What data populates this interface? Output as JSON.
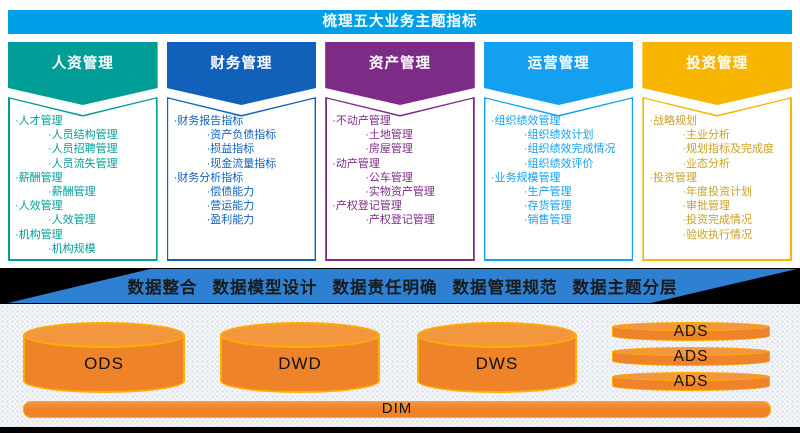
{
  "top_banner": {
    "label": "梳理五大业务主题指标",
    "color": "#00A0E9",
    "text_color": "#FFFFFF"
  },
  "bullet": "·",
  "columns": [
    {
      "title": "人资管理",
      "color": "#009E97",
      "items": [
        {
          "label": "人才管理",
          "level": 1
        },
        {
          "label": "人员结构管理",
          "level": 2
        },
        {
          "label": "人员招聘管理",
          "level": 2
        },
        {
          "label": "人员流失管理",
          "level": 2
        },
        {
          "label": "薪酬管理",
          "level": 1
        },
        {
          "label": "薪酬管理",
          "level": 2
        },
        {
          "label": "人效管理",
          "level": 1
        },
        {
          "label": "人效管理",
          "level": 2
        },
        {
          "label": "机构管理",
          "level": 1
        },
        {
          "label": "机构规模",
          "level": 2
        }
      ]
    },
    {
      "title": "财务管理",
      "color": "#1161BB",
      "items": [
        {
          "label": "财务报告指标",
          "level": 1
        },
        {
          "label": "资产负债指标",
          "level": 2
        },
        {
          "label": "损益指标",
          "level": 2
        },
        {
          "label": "现金流量指标",
          "level": 2
        },
        {
          "label": "财务分析指标",
          "level": 1
        },
        {
          "label": "偿债能力",
          "level": 2
        },
        {
          "label": "营运能力",
          "level": 2
        },
        {
          "label": "盈利能力",
          "level": 2
        }
      ]
    },
    {
      "title": "资产管理",
      "color": "#7C2B87",
      "items": [
        {
          "label": "不动产管理",
          "level": 1
        },
        {
          "label": "土地管理",
          "level": 2
        },
        {
          "label": "房屋管理",
          "level": 2
        },
        {
          "label": "动产管理",
          "level": 1
        },
        {
          "label": "公车管理",
          "level": 2
        },
        {
          "label": "实物资产管理",
          "level": 2
        },
        {
          "label": "产权登记管理",
          "level": 1
        },
        {
          "label": "产权登记管理",
          "level": 2
        }
      ]
    },
    {
      "title": "运营管理",
      "color": "#14A0F0",
      "items": [
        {
          "label": "组织绩效管理",
          "level": 1
        },
        {
          "label": "组织绩效计划",
          "level": 2
        },
        {
          "label": "组织绩效完成情况",
          "level": 2
        },
        {
          "label": "组织绩效评价",
          "level": 2
        },
        {
          "label": "业务规模管理",
          "level": 1
        },
        {
          "label": "生产管理",
          "level": 2
        },
        {
          "label": "存货管理",
          "level": 2
        },
        {
          "label": "销售管理",
          "level": 2
        }
      ]
    },
    {
      "title": "投资管理",
      "color": "#F7B500",
      "item_color": "#C9A227",
      "items": [
        {
          "label": "战略规划",
          "level": 1
        },
        {
          "label": "主业分析",
          "level": 2
        },
        {
          "label": "规划指标及完成度",
          "level": 2
        },
        {
          "label": "业态分析",
          "level": 2
        },
        {
          "label": "投资管理",
          "level": 1
        },
        {
          "label": "年度投资计划",
          "level": 2
        },
        {
          "label": "审批管理",
          "level": 2
        },
        {
          "label": "投资完成情况",
          "level": 2
        },
        {
          "label": "验收执行情况",
          "level": 2
        }
      ]
    }
  ],
  "middle_banner": {
    "phrases": [
      "数据整合",
      "数据模型设计",
      "数据责任明确",
      "数据管理规范",
      "数据主题分层"
    ],
    "band_color": "#000000",
    "arrow_color": "#2E80D3",
    "text_color": "#1A1A1A"
  },
  "data_layers": {
    "cylinders": [
      {
        "label": "ODS"
      },
      {
        "label": "DWD"
      },
      {
        "label": "DWS"
      }
    ],
    "ads": [
      {
        "label": "ADS"
      },
      {
        "label": "ADS"
      },
      {
        "label": "ADS"
      }
    ],
    "dim": {
      "label": "DIM"
    },
    "fill": "#EF8329",
    "fill_light": "#F3973F",
    "stroke": "#FFAE00",
    "label_color": "#111111",
    "strip_color": "#000000"
  }
}
